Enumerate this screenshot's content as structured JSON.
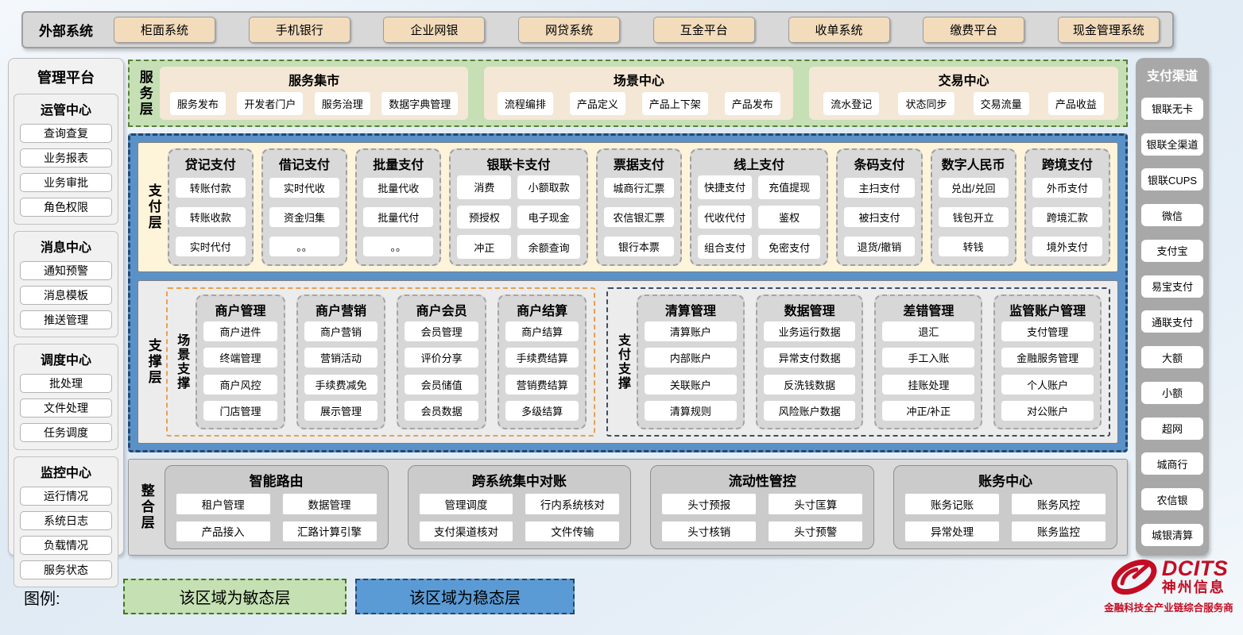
{
  "external": {
    "label": "外部系统",
    "systems": [
      "柜面系统",
      "手机银行",
      "企业网银",
      "网贷系统",
      "互金平台",
      "收单系统",
      "缴费平台",
      "现金管理系统"
    ]
  },
  "management": {
    "title": "管理平台",
    "groups": [
      {
        "title": "运管中心",
        "items": [
          "查询查复",
          "业务报表",
          "业务审批",
          "角色权限"
        ]
      },
      {
        "title": "消息中心",
        "items": [
          "通知预警",
          "消息模板",
          "推送管理"
        ]
      },
      {
        "title": "调度中心",
        "items": [
          "批处理",
          "文件处理",
          "任务调度"
        ]
      },
      {
        "title": "监控中心",
        "items": [
          "运行情况",
          "系统日志",
          "负载情况",
          "服务状态"
        ]
      }
    ]
  },
  "service_layer": {
    "label": "服务层",
    "panels": [
      {
        "title": "服务集市",
        "items": [
          "服务发布",
          "开发者门户",
          "服务治理",
          "数据字典管理"
        ]
      },
      {
        "title": "场景中心",
        "items": [
          "流程编排",
          "产品定义",
          "产品上下架",
          "产品发布"
        ]
      },
      {
        "title": "交易中心",
        "items": [
          "流水登记",
          "状态同步",
          "交易流量",
          "产品收益"
        ]
      }
    ]
  },
  "payment_layer": {
    "label": "支付层",
    "columns": [
      {
        "title": "贷记支付",
        "cols": 1,
        "items": [
          "转账付款",
          "转账收款",
          "实时代付"
        ]
      },
      {
        "title": "借记支付",
        "cols": 1,
        "items": [
          "实时代收",
          "资金归集",
          "。。"
        ]
      },
      {
        "title": "批量支付",
        "cols": 1,
        "items": [
          "批量代收",
          "批量代付",
          "。。"
        ]
      },
      {
        "title": "银联卡支付",
        "cols": 2,
        "items": [
          "消费",
          "小额取款",
          "预授权",
          "电子现金",
          "冲正",
          "余额查询"
        ]
      },
      {
        "title": "票据支付",
        "cols": 1,
        "items": [
          "城商行汇票",
          "农信银汇票",
          "银行本票"
        ]
      },
      {
        "title": "线上支付",
        "cols": 2,
        "items": [
          "快捷支付",
          "充值提现",
          "代收代付",
          "鉴权",
          "组合支付",
          "免密支付"
        ]
      },
      {
        "title": "条码支付",
        "cols": 1,
        "items": [
          "主扫支付",
          "被扫支付",
          "退货/撤销"
        ]
      },
      {
        "title": "数字人民币",
        "cols": 1,
        "items": [
          "兑出/兑回",
          "钱包开立",
          "转钱"
        ]
      },
      {
        "title": "跨境支付",
        "cols": 1,
        "items": [
          "外币支付",
          "跨境汇款",
          "境外支付"
        ]
      }
    ]
  },
  "support_layer": {
    "label": "支撑层",
    "groups": [
      {
        "label": "场景支撑",
        "columns": [
          {
            "title": "商户管理",
            "items": [
              "商户进件",
              "终端管理",
              "商户风控",
              "门店管理"
            ]
          },
          {
            "title": "商户营销",
            "items": [
              "商户营销",
              "营销活动",
              "手续费减免",
              "展示管理"
            ]
          },
          {
            "title": "商户会员",
            "items": [
              "会员管理",
              "评价分享",
              "会员储值",
              "会员数据"
            ]
          },
          {
            "title": "商户结算",
            "items": [
              "商户结算",
              "手续费结算",
              "营销费结算",
              "多级结算"
            ]
          }
        ]
      },
      {
        "label": "支付支撑",
        "columns": [
          {
            "title": "清算管理",
            "items": [
              "清算账户",
              "内部账户",
              "关联账户",
              "清算规则"
            ]
          },
          {
            "title": "数据管理",
            "items": [
              "业务运行数据",
              "异常支付数据",
              "反洗钱数据",
              "风险账户数据"
            ]
          },
          {
            "title": "差错管理",
            "items": [
              "退汇",
              "手工入账",
              "挂账处理",
              "冲正/补正"
            ]
          },
          {
            "title": "监管账户管理",
            "items": [
              "支付管理",
              "金融服务管理",
              "个人账户",
              "对公账户"
            ]
          }
        ]
      }
    ]
  },
  "integration_layer": {
    "label": "整合层",
    "panels": [
      {
        "title": "智能路由",
        "items": [
          "租户管理",
          "数据管理",
          "产品接入",
          "汇路计算引擎"
        ]
      },
      {
        "title": "跨系统集中对账",
        "items": [
          "管理调度",
          "行内系统核对",
          "支付渠道核对",
          "文件传输"
        ]
      },
      {
        "title": "流动性管控",
        "items": [
          "头寸预报",
          "头寸匡算",
          "头寸核销",
          "头寸预警"
        ]
      },
      {
        "title": "账务中心",
        "items": [
          "账务记账",
          "账务风控",
          "异常处理",
          "账务监控"
        ]
      }
    ]
  },
  "channels": {
    "title": "支付渠道",
    "items": [
      "银联无卡",
      "银联全渠道",
      "银联CUPS",
      "微信",
      "支付宝",
      "易宝支付",
      "通联支付",
      "大额",
      "小额",
      "超网",
      "城商行",
      "农信银",
      "城银清算"
    ]
  },
  "legend": {
    "label": "图例:",
    "agile": "该区域为敏态层",
    "stable": "该区域为稳态层"
  },
  "logo": {
    "name": "DCITS",
    "cn": "神州信息",
    "tagline": "金融科技全产业链综合服务商"
  },
  "colors": {
    "agile_green": "#c5e0b3",
    "stable_blue": "#5b9bd5",
    "wrapper_blue": "#5a92c8",
    "payment_cream": "#fdf4da",
    "external_tan": "#f2dcbc",
    "panel_gray": "#d9d9d9",
    "scene_orange": "#e8a050",
    "pay_support_navy": "#3c4c63",
    "brand_red": "#c40d23"
  }
}
